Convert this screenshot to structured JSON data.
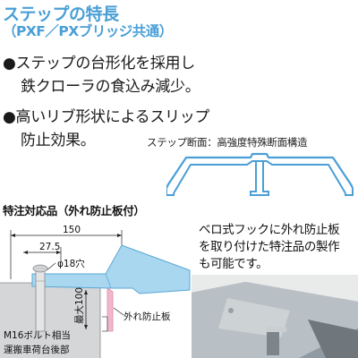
{
  "header": {
    "title": "ステップの特長",
    "subtitle": "（PXF／PXブリッジ共通）"
  },
  "bullets": [
    {
      "marker": "●",
      "lines": [
        "ステップの台形化を採用し",
        "鉄クローラの食込み減少。"
      ]
    },
    {
      "marker": "●",
      "lines": [
        "高いリブ形状によるスリップ",
        "防止効果。"
      ]
    }
  ],
  "section_diagram": {
    "caption": "ステップ断面：高強度特殊断面構造"
  },
  "special_order": {
    "title": "特注対応品（外れ防止板付）",
    "dimensions": {
      "width": "150",
      "offset": "27.5",
      "hole": "φ18穴",
      "max_height": "最大100"
    },
    "labels": {
      "bolt": "M16ボルト相当",
      "truck_bed": "運搬車荷台後部",
      "stopper_plate": "外れ防止板"
    },
    "description": [
      "ベロ式フックに外れ防止板",
      "を取り付けた特注品の製作",
      "も可能です。"
    ]
  }
}
